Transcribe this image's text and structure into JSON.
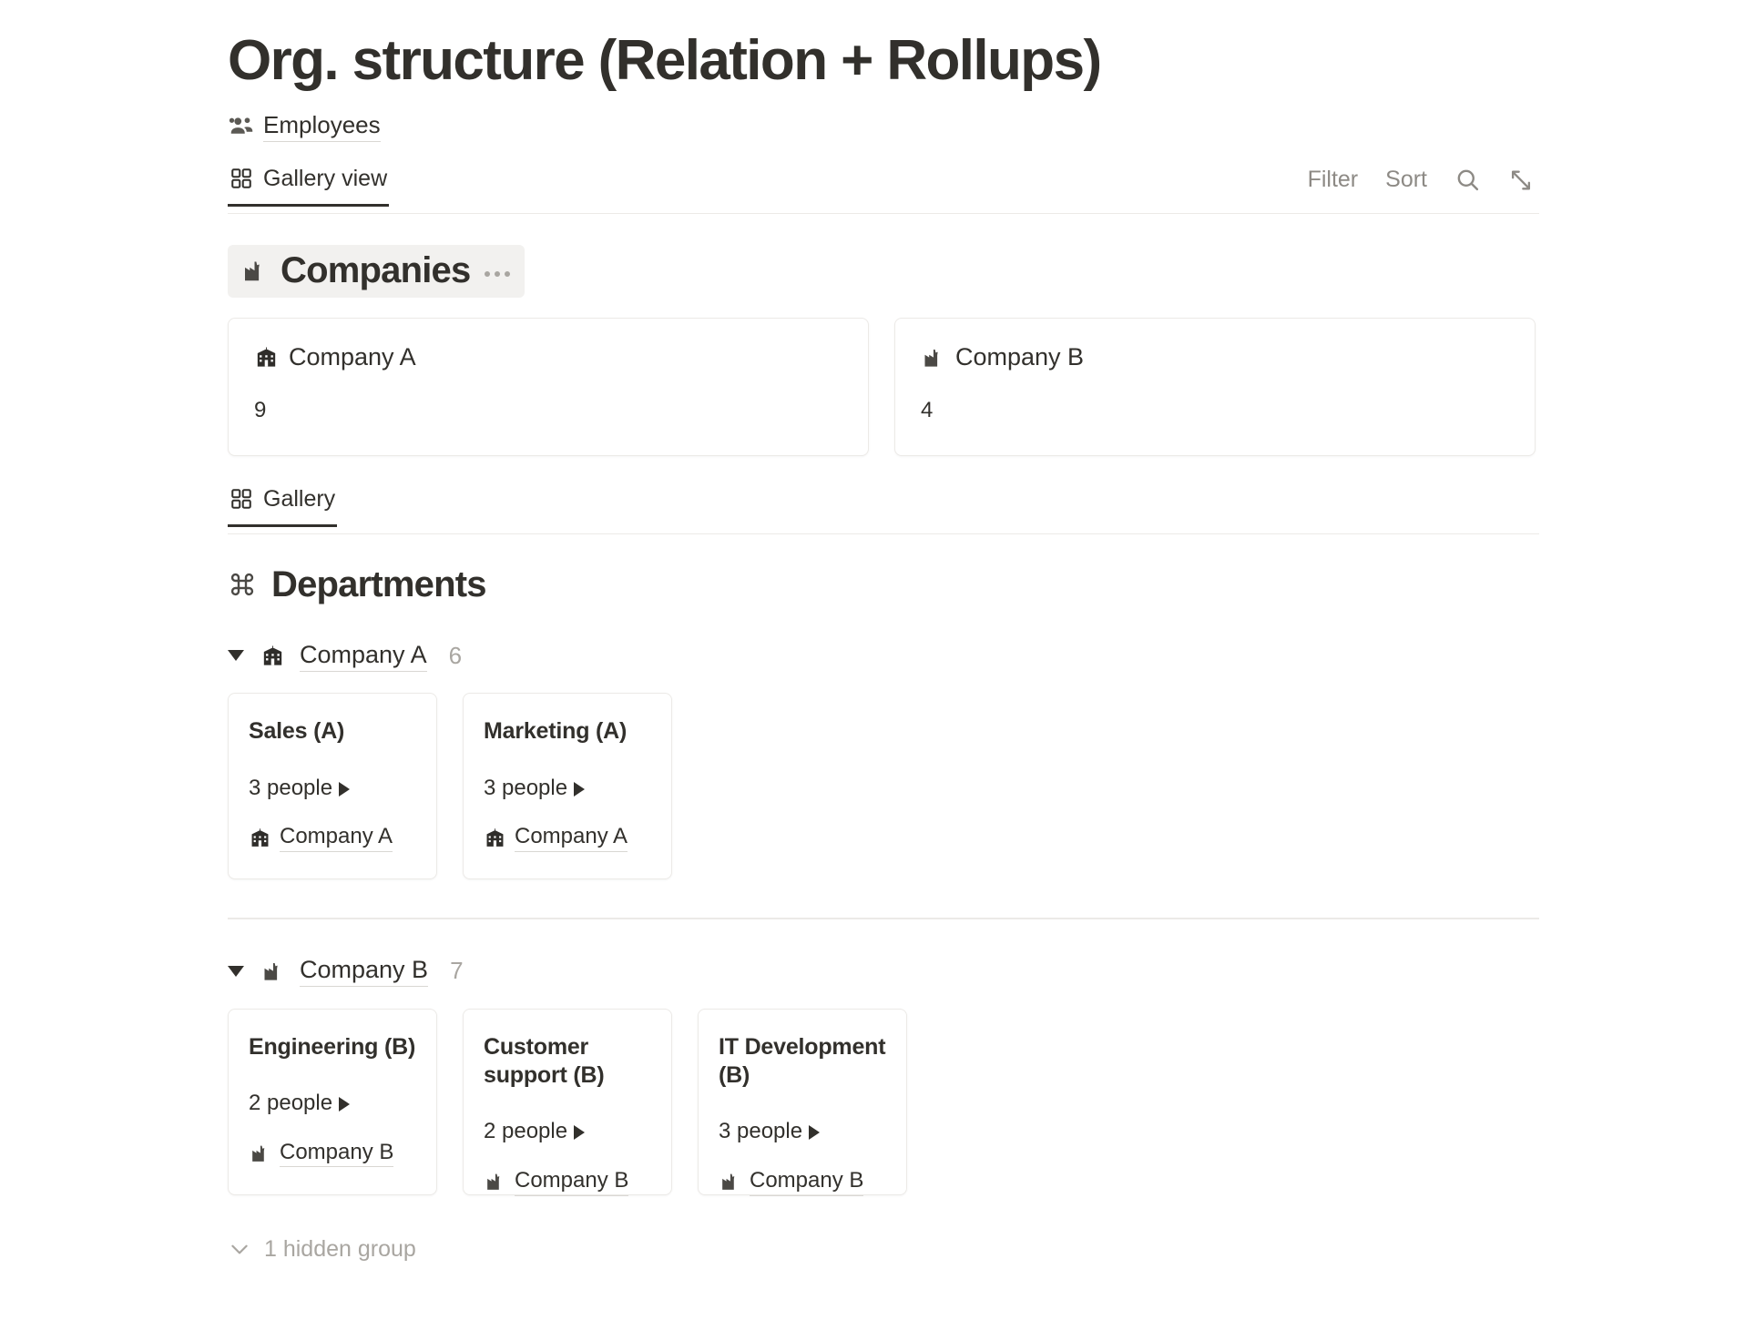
{
  "page": {
    "title": "Org. structure (Relation + Rollups)",
    "source": {
      "label": "Employees",
      "icon": "people-group-icon"
    }
  },
  "viewbar": {
    "tab": {
      "label": "Gallery view",
      "icon": "gallery-grid-icon",
      "active": true
    },
    "filter_label": "Filter",
    "sort_label": "Sort",
    "search_icon": "search-icon",
    "expand_icon": "expand-diagonal-icon"
  },
  "companies_section": {
    "icon": "factory-icon",
    "title": "Companies",
    "menu": "more-options-icon",
    "cards": [
      {
        "icon": "school-building-icon",
        "title": "Company A",
        "value": "9"
      },
      {
        "icon": "factory-icon",
        "title": "Company B",
        "value": "4"
      }
    ]
  },
  "gallery_tab": {
    "label": "Gallery",
    "icon": "gallery-grid-icon",
    "active": true
  },
  "departments_section": {
    "icon": "command-loop-icon",
    "title": "Departments",
    "groups": [
      {
        "icon": "school-building-icon",
        "label": "Company A",
        "count": "6",
        "cards": [
          {
            "title": "Sales (A)",
            "rollup": "3 people",
            "relation_icon": "school-building-icon",
            "relation": "Company A"
          },
          {
            "title": "Marketing (A)",
            "rollup": "3 people",
            "relation_icon": "school-building-icon",
            "relation": "Company A"
          }
        ]
      },
      {
        "icon": "factory-icon",
        "label": "Company B",
        "count": "7",
        "cards": [
          {
            "title": "Engineering (B)",
            "rollup": "2 people",
            "relation_icon": "factory-icon",
            "relation": "Company B"
          },
          {
            "title": "Customer support (B)",
            "rollup": "2 people",
            "relation_icon": "factory-icon",
            "relation": "Company B"
          },
          {
            "title": "IT Development (B)",
            "rollup": "3 people",
            "relation_icon": "factory-icon",
            "relation": "Company B"
          }
        ]
      }
    ],
    "hidden_group": {
      "label": "1 hidden group",
      "icon": "chevron-down-icon"
    }
  },
  "colors": {
    "text": "#32302c",
    "muted": "#8d8a85",
    "faint": "#a9a6a1",
    "border": "#eceae7",
    "highlight_bg": "#f2f1ef"
  }
}
